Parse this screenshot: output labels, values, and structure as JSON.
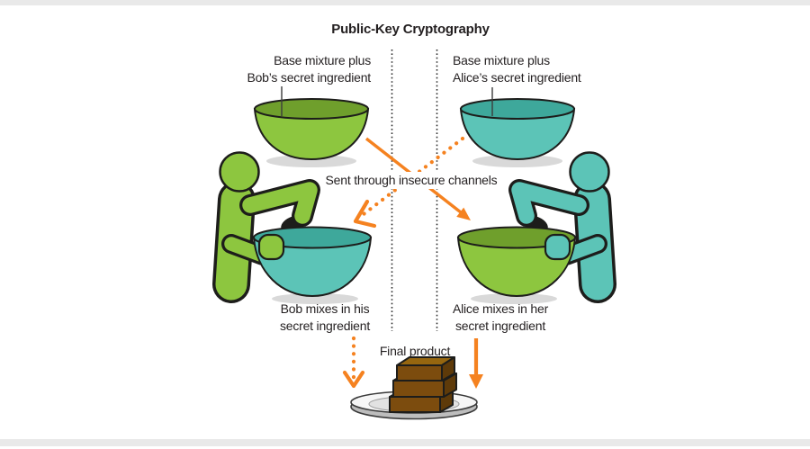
{
  "title": "Public-Key Cryptography",
  "labels": {
    "bob_bowl": {
      "line1": "Base mixture plus",
      "line2": "Bob’s secret ingredient"
    },
    "alice_bowl": {
      "line1": "Base mixture plus",
      "line2": "Alice’s secret ingredient"
    },
    "channel": "Sent through insecure channels",
    "bob_mix": {
      "line1": "Bob mixes in his",
      "line2": "secret ingredient"
    },
    "alice_mix": {
      "line1": "Alice mixes in her",
      "line2": "secret ingredient"
    },
    "final": "Final product"
  },
  "colors": {
    "green": "#8dc63f",
    "green-dark": "#6f9f2c",
    "teal": "#5cc4b7",
    "teal-dark": "#3ea89b",
    "orange": "#f58220",
    "ink": "#1d1d1b",
    "text": "#231f20",
    "shadow": "#d9d9d9",
    "bar": "#e9e9e9",
    "brown-top": "#96660f",
    "brown-front": "#7c4c0e",
    "brown-side": "#5e3a09",
    "plate-top": "#f6f6f6",
    "plate-well": "#e2e2e2",
    "plate-base": "#bdbdbd"
  }
}
